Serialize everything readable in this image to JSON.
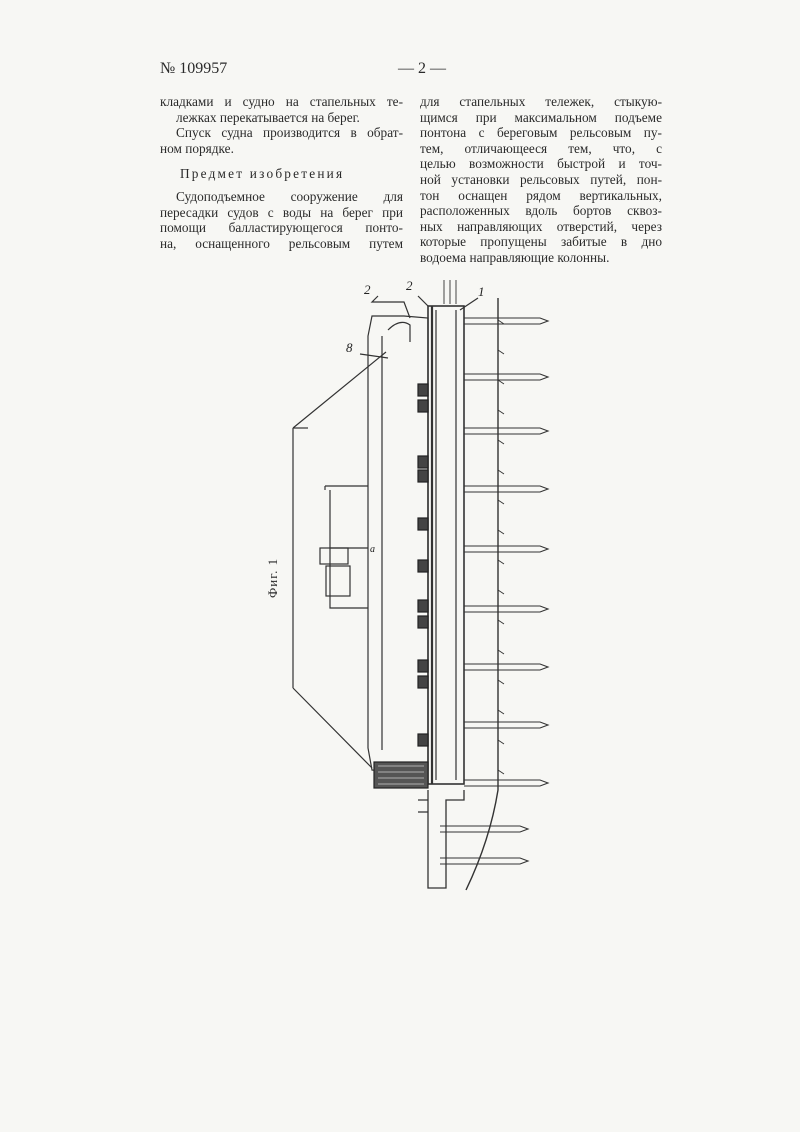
{
  "header": {
    "patent_number": "№ 109957",
    "page_number": "— 2 —"
  },
  "left_column": {
    "para1": [
      "кладками и судно на стапельных те-",
      "лежках перекатывается на берег."
    ],
    "para2": [
      "Спуск судна производится в обрат-",
      "ном порядке."
    ],
    "heading": "Предмет изобретения",
    "claim": [
      "Судоподъемное сооружение для",
      "пересадки судов с воды на берег при",
      "помощи балластирующегося понто-",
      "на, оснащенного рельсовым путем"
    ]
  },
  "right_column": {
    "lines": [
      "для стапельных тележек, стыкую-",
      "щимся при максимальном подъеме",
      "понтона с береговым рельсовым пу-",
      "тем, отличающееся тем, что, с",
      "целью возможности быстрой и точ-",
      "ной установки рельсовых путей, пон-",
      "тон оснащен рядом вертикальных,",
      "расположенных вдоль бортов сквоз-",
      "ных направляющих отверстий, через",
      "которые пропущены забитые в дно",
      "водоема направляющие колонны."
    ]
  },
  "figure": {
    "caption": "Фиг. 1",
    "labels": {
      "label_2a": "2",
      "label_2b": "2",
      "label_1": "1",
      "label_8": "8",
      "label_a": "а"
    }
  }
}
